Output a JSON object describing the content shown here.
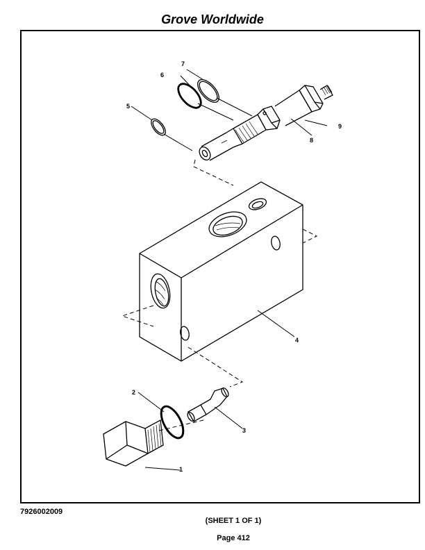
{
  "header": {
    "title": "Grove Worldwide"
  },
  "drawing": {
    "callouts": [
      "1",
      "2",
      "3",
      "4",
      "5",
      "6",
      "7",
      "8",
      "9"
    ]
  },
  "footer": {
    "part_number": "7926002009",
    "sheet": "(SHEET 1 OF 1)",
    "page": "Page 412"
  }
}
